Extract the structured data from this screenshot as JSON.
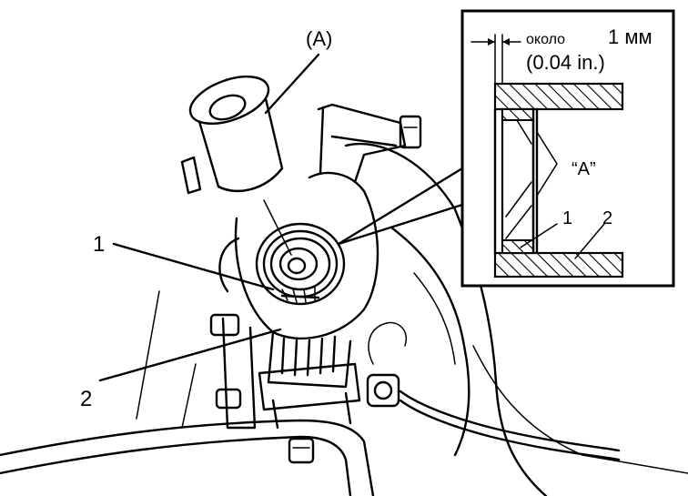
{
  "labels": {
    "tool": "(A)",
    "part_1": "1",
    "part_2": "2",
    "inset_part_1": "1",
    "inset_part_2": "2",
    "inset_gap": "“A”",
    "dimension_prefix": "около",
    "dimension_value": "1 мм",
    "dimension_inches": "(0.04 in.)"
  }
}
